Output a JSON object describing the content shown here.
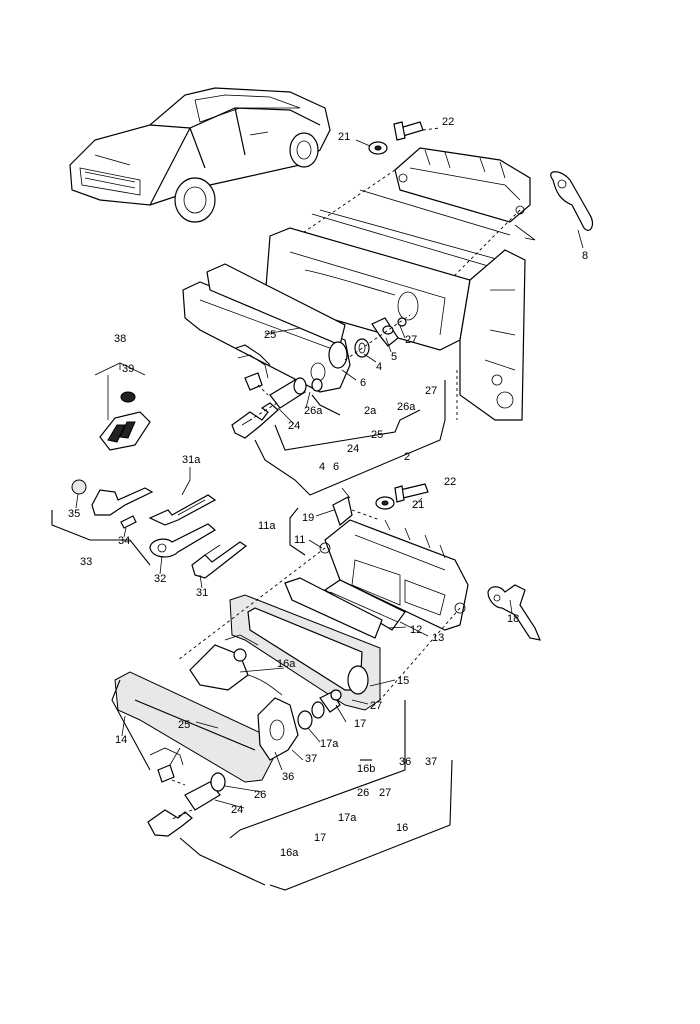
{
  "labels": [
    {
      "id": "l22a",
      "text": "22"
    },
    {
      "id": "l21a",
      "text": "21"
    },
    {
      "id": "l8",
      "text": "8"
    },
    {
      "id": "l38",
      "text": "38"
    },
    {
      "id": "l39",
      "text": "39"
    },
    {
      "id": "l25a",
      "text": "25"
    },
    {
      "id": "l27a",
      "text": "27"
    },
    {
      "id": "l5",
      "text": "5"
    },
    {
      "id": "l4a",
      "text": "4"
    },
    {
      "id": "l6a",
      "text": "6"
    },
    {
      "id": "l26a_a",
      "text": "26a"
    },
    {
      "id": "l2a",
      "text": "2a"
    },
    {
      "id": "l26a_b",
      "text": "26a"
    },
    {
      "id": "l27b",
      "text": "27"
    },
    {
      "id": "l24a",
      "text": "24"
    },
    {
      "id": "l24b",
      "text": "24"
    },
    {
      "id": "l25b",
      "text": "25"
    },
    {
      "id": "l2",
      "text": "2"
    },
    {
      "id": "l4b",
      "text": "4"
    },
    {
      "id": "l6b",
      "text": "6"
    },
    {
      "id": "l31a",
      "text": "31a"
    },
    {
      "id": "l35",
      "text": "35"
    },
    {
      "id": "l34",
      "text": "34"
    },
    {
      "id": "l33",
      "text": "33"
    },
    {
      "id": "l32",
      "text": "32"
    },
    {
      "id": "l31",
      "text": "31"
    },
    {
      "id": "l22b",
      "text": "22"
    },
    {
      "id": "l21b",
      "text": "21"
    },
    {
      "id": "l19",
      "text": "19"
    },
    {
      "id": "l11a",
      "text": "11a"
    },
    {
      "id": "l11",
      "text": "11"
    },
    {
      "id": "l18",
      "text": "18"
    },
    {
      "id": "l13",
      "text": "13"
    },
    {
      "id": "l12",
      "text": "12"
    },
    {
      "id": "l16a_a",
      "text": "16a"
    },
    {
      "id": "l15",
      "text": "15"
    },
    {
      "id": "l27c",
      "text": "27"
    },
    {
      "id": "l17a_a",
      "text": "17"
    },
    {
      "id": "l17a_b",
      "text": "17a"
    },
    {
      "id": "l25c",
      "text": "25"
    },
    {
      "id": "l14",
      "text": "14"
    },
    {
      "id": "l36a",
      "text": "36"
    },
    {
      "id": "l37a",
      "text": "37"
    },
    {
      "id": "l16b",
      "text": "16b"
    },
    {
      "id": "l36b",
      "text": "36"
    },
    {
      "id": "l37b",
      "text": "37"
    },
    {
      "id": "l26b",
      "text": "26"
    },
    {
      "id": "l24c",
      "text": "24"
    },
    {
      "id": "l26c",
      "text": "26"
    },
    {
      "id": "l27d",
      "text": "27"
    },
    {
      "id": "l17a_c",
      "text": "17a"
    },
    {
      "id": "l16",
      "text": "16"
    },
    {
      "id": "l17b",
      "text": "17"
    },
    {
      "id": "l16a_b",
      "text": "16a"
    }
  ]
}
